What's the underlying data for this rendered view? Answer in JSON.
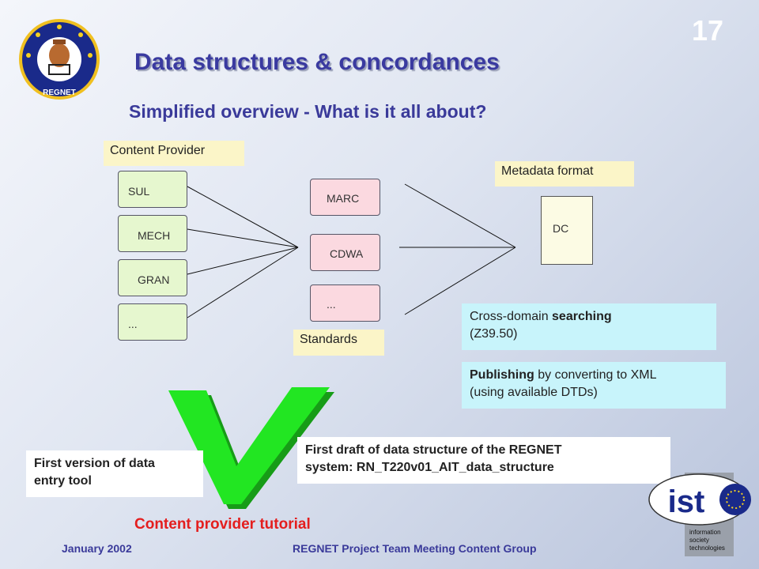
{
  "slide_number": "17",
  "title": "Data structures & concordances",
  "subtitle": "Simplified overview - What is it all about?",
  "content_provider": {
    "label": "Content Provider",
    "items": [
      "SUL",
      "MECH",
      "GRAN",
      "..."
    ]
  },
  "standards": {
    "label": "Standards",
    "items": [
      "MARC",
      "CDWA",
      "..."
    ]
  },
  "metadata": {
    "label": "Metadata format",
    "item": "DC"
  },
  "cross_domain": {
    "prefix": "Cross-domain ",
    "bold": "searching",
    "line2": "(Z39.50)"
  },
  "publishing": {
    "bold": "Publishing",
    "rest": " by converting to XML",
    "line2": "(using available DTDs)"
  },
  "first_version": {
    "line1": "First version of data",
    "line2": "entry tool"
  },
  "first_draft": {
    "line1": "First draft of data structure of the REGNET",
    "line2": "system: RN_T220v01_AIT_data_structure"
  },
  "tutorial": "Content provider tutorial",
  "footer": {
    "date": "January 2002",
    "meeting": "REGNET Project Team Meeting Content Group"
  },
  "logo": {
    "regnet_text": "REGNET",
    "ist_text": "ist",
    "ist_caption": [
      "information",
      "society",
      "technologies"
    ]
  },
  "colors": {
    "title": "#3a3aa0",
    "tutorial": "#e41e1e",
    "checkmark": "#22e622",
    "provider_box": "#e6f7cf",
    "standard_box": "#fbd9e0",
    "label_box": "#fbf5c8",
    "info_box": "#c8f4fb"
  }
}
